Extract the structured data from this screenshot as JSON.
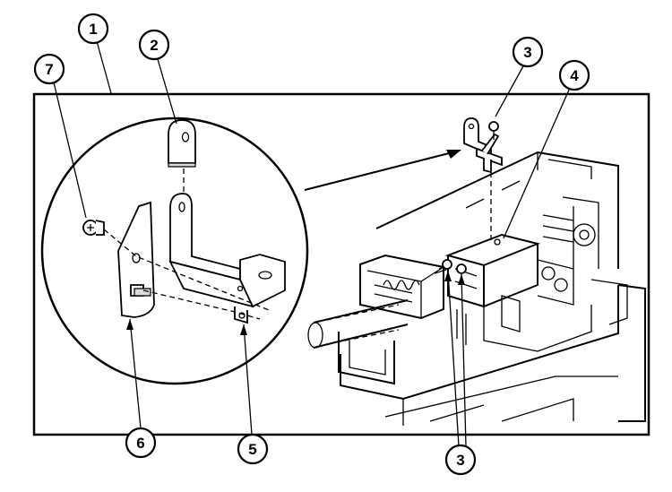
{
  "diagram": {
    "callouts": [
      {
        "id": "c1",
        "label": "1"
      },
      {
        "id": "c2",
        "label": "2"
      },
      {
        "id": "c3a",
        "label": "3"
      },
      {
        "id": "c4",
        "label": "4"
      },
      {
        "id": "c7",
        "label": "7"
      },
      {
        "id": "c6",
        "label": "6"
      },
      {
        "id": "c5",
        "label": "5"
      },
      {
        "id": "c3b",
        "label": "3"
      }
    ]
  }
}
